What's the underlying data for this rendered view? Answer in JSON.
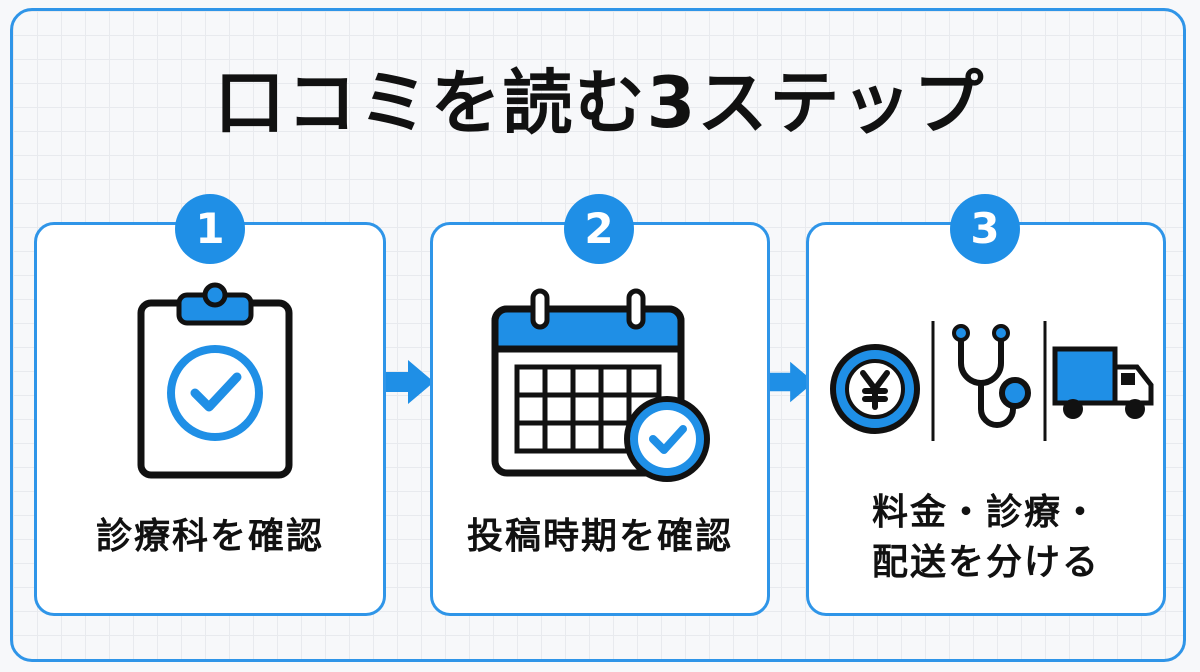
{
  "title": "口コミを読む3ステップ",
  "steps": [
    {
      "number": "1",
      "label": "診療科を確認"
    },
    {
      "number": "2",
      "label": "投稿時期を確認"
    },
    {
      "number": "3",
      "label_line1": "料金・診療・",
      "label_line2": "配送を分ける"
    }
  ],
  "icons": {
    "step1": "clipboard-check-icon",
    "step2": "calendar-check-icon",
    "step3": [
      "yen-coin-icon",
      "stethoscope-icon",
      "truck-icon"
    ],
    "between_steps": "arrow-right-icon"
  },
  "colors": {
    "accent": "#1f8fe6",
    "border": "#2f95e8",
    "text": "#111111"
  }
}
